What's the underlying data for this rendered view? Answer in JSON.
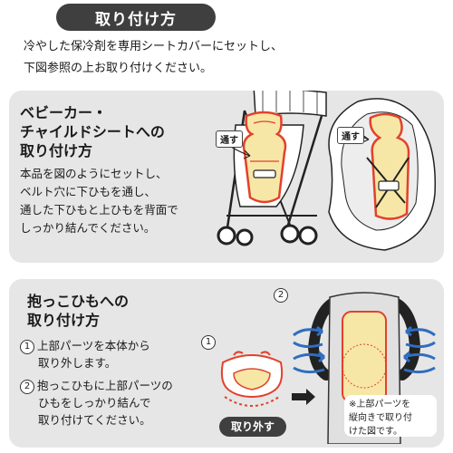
{
  "header": {
    "title": "取り付け方"
  },
  "intro": {
    "line1": "冷やした保冷剤を専用シートカバーにセットし、",
    "line2": "下図参照の上お取り付けください。"
  },
  "section1": {
    "title_line1": "ベビーカー・",
    "title_line2": "チャイルドシートへの",
    "title_line3": "取り付け方",
    "body_line1": "本品を図のようにセットし、",
    "body_line2": "ベルト穴に下ひもを通し、",
    "body_line3": "通した下ひもと上ひもを背面で",
    "body_line4": "しっかり結んでください。",
    "stroller_label": "通す",
    "carseat_label": "通す"
  },
  "section2": {
    "title_line1": "抱っこひもへの",
    "title_line2": "取り付け方",
    "step1_num": "1",
    "step1_line1": "上部パーツを本体から",
    "step1_line2": "取り外します。",
    "step2_num": "2",
    "step2_line1": "抱っこひもに上部パーツの",
    "step2_line2": "ひもをしっかり結んで",
    "step2_line3": "取り付けてください。",
    "fig_num1": "1",
    "fig_num2": "2",
    "remove_label": "取り外す",
    "note_line1": "※上部パーツを",
    "note_line2": "縦向きで取り付",
    "note_line3": "けた図です。"
  },
  "colors": {
    "pad_yellow": "#f7e7a6",
    "pad_red": "#e2412c",
    "arrow_blue": "#2f6ec0",
    "panel_gray": "#e6e6e6",
    "pill_dark": "#3f3f3f"
  }
}
